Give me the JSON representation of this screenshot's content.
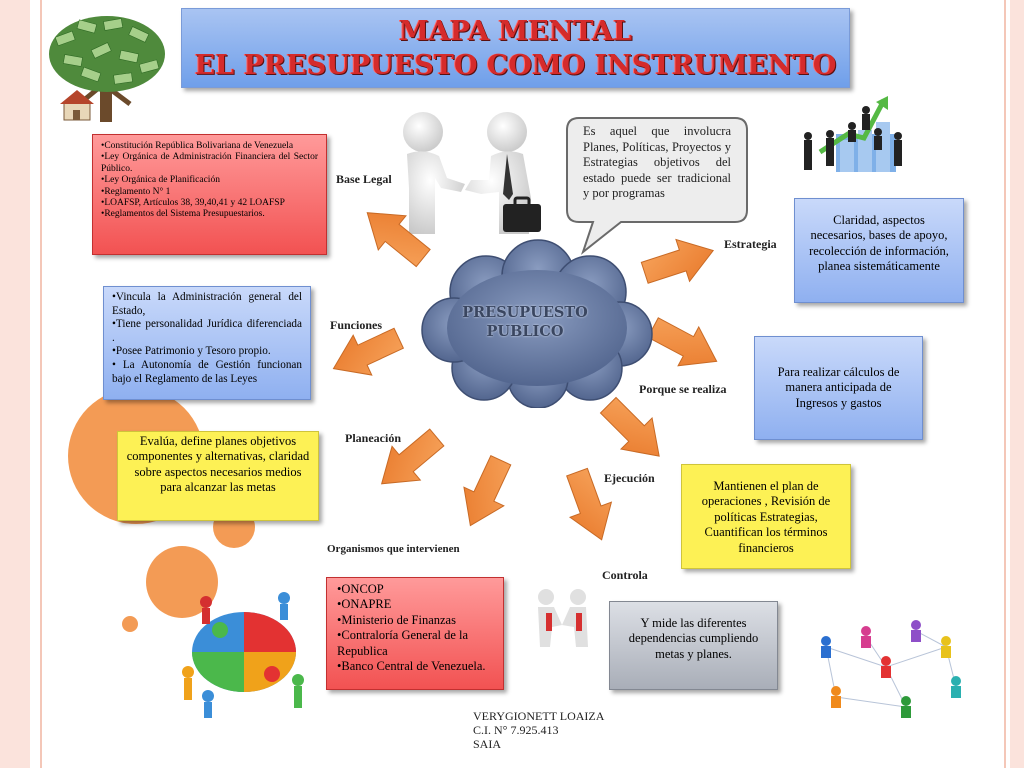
{
  "title": {
    "line1": "MAPA MENTAL",
    "line2": "EL PRESUPUESTO COMO INSTRUMENTO"
  },
  "center": {
    "line1": "PRESUPUESTO",
    "line2": "PUBLICO"
  },
  "speech_bubble": "Es aquel que involucra Planes, Políticas, Proyectos y Estrategias objetivos del estado puede ser tradicional y por programas",
  "branches": {
    "base_legal": {
      "label": "Base Legal",
      "items": [
        "Constitución República Bolivariana de Venezuela",
        "Ley Orgánica de Administración Financiera del Sector Público.",
        "Ley Orgánica de Planificación",
        "Reglamento N° 1",
        "LOAFSP, Artículos 38, 39,40,41 y 42 LOAFSP",
        "Reglamentos del Sistema Presupuestarios."
      ]
    },
    "funciones": {
      "label": "Funciones",
      "items": [
        "Vincula la Administración general del Estado,",
        "Tiene personalidad Jurídica diferenciada .",
        "Posee Patrimonio y Tesoro propio.",
        " La Autonomía de Gestión funcionan bajo el Reglamento de las Leyes"
      ]
    },
    "planeacion": {
      "label": "Planeación",
      "text": "Evalúa, define planes objetivos componentes y alternativas, claridad sobre aspectos necesarios medios para alcanzar las metas"
    },
    "organismos": {
      "label": "Organismos que intervienen",
      "items": [
        "ONCOP",
        "ONAPRE",
        "Ministerio de Finanzas",
        "Contraloría General de la Republica",
        "Banco Central de Venezuela."
      ]
    },
    "estrategia": {
      "label": "Estrategia",
      "text": "Claridad, aspectos necesarios, bases de apoyo, recolección de información, planea sistemáticamente"
    },
    "porque": {
      "label": "Porque se realiza",
      "text": "Para realizar cálculos de manera anticipada de Ingresos y gastos"
    },
    "ejecucion": {
      "label": "Ejecución",
      "text": "Mantienen el plan de operaciones , Revisión de políticas Estrategias, Cuantifican los términos financieros"
    },
    "controla": {
      "label": "Controla",
      "text": "Y mide las diferentes dependencias cumpliendo metas y planes."
    }
  },
  "author": {
    "name": "VERYGIONETT LOAIZA",
    "id": "C.I. N° 7.925.413",
    "org": "SAIA"
  },
  "icons": [
    "money-tree-icon",
    "handshake-icon",
    "team-growth-icon",
    "puzzle-people-icon",
    "small-handshake-icon",
    "network-people-icon"
  ],
  "colors": {
    "arrow": "#f08a3c",
    "title_text": "#d52b2b",
    "cloud": "#5b6f98",
    "accent_circle": "#f39b55"
  }
}
